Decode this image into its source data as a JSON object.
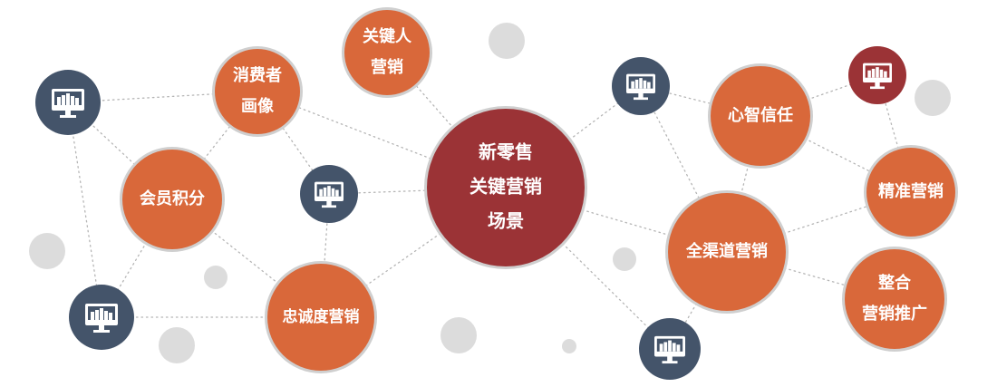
{
  "title": "新零售关键营销场景",
  "colors": {
    "orange": "#d9683a",
    "crimson": "#9b3336",
    "navy": "#44546a",
    "ring": "#cfcfcf",
    "bubble": "#dcdcdc",
    "line": "#b5b5b5"
  },
  "center": {
    "id": "main",
    "lines": [
      "新零售",
      "关键营销",
      "场景"
    ]
  },
  "topics": [
    {
      "id": "kp",
      "lines": [
        "关键人",
        "营销"
      ]
    },
    {
      "id": "cp",
      "lines": [
        "消费者",
        "画像"
      ]
    },
    {
      "id": "mp",
      "lines": [
        "会员积分"
      ]
    },
    {
      "id": "lm",
      "lines": [
        "忠诚度营销"
      ]
    },
    {
      "id": "mt",
      "lines": [
        "心智信任"
      ]
    },
    {
      "id": "pm",
      "lines": [
        "精准营销"
      ]
    },
    {
      "id": "oc",
      "lines": [
        "全渠道营销"
      ]
    },
    {
      "id": "ip",
      "lines": [
        "整合",
        "营销推广"
      ]
    }
  ],
  "icon_nodes": [
    {
      "id": "i1",
      "icon": "monitor-chart-icon",
      "color": "navy"
    },
    {
      "id": "i2",
      "icon": "monitor-chart-icon",
      "color": "navy"
    },
    {
      "id": "i3",
      "icon": "monitor-chart-icon",
      "color": "navy"
    },
    {
      "id": "i4",
      "icon": "monitor-chart-icon",
      "color": "navy"
    },
    {
      "id": "i5",
      "icon": "monitor-chart-icon",
      "color": "navy"
    },
    {
      "id": "i6",
      "icon": "monitor-chart-icon",
      "color": "crimson"
    }
  ],
  "edges": [
    [
      "i1",
      "cp"
    ],
    [
      "i1",
      "i3"
    ],
    [
      "i1",
      "mp"
    ],
    [
      "cp",
      "mp"
    ],
    [
      "cp",
      "main"
    ],
    [
      "kp",
      "main"
    ],
    [
      "i2",
      "main"
    ],
    [
      "cp",
      "i2"
    ],
    [
      "i2",
      "lm"
    ],
    [
      "mp",
      "i3"
    ],
    [
      "mp",
      "lm"
    ],
    [
      "i3",
      "lm"
    ],
    [
      "lm",
      "main"
    ],
    [
      "main",
      "i4"
    ],
    [
      "i4",
      "mt"
    ],
    [
      "i4",
      "oc"
    ],
    [
      "main",
      "oc"
    ],
    [
      "main",
      "i5"
    ],
    [
      "oc",
      "i5"
    ],
    [
      "mt",
      "oc"
    ],
    [
      "mt",
      "i6"
    ],
    [
      "mt",
      "pm"
    ],
    [
      "i6",
      "pm"
    ],
    [
      "oc",
      "pm"
    ],
    [
      "oc",
      "ip"
    ]
  ]
}
